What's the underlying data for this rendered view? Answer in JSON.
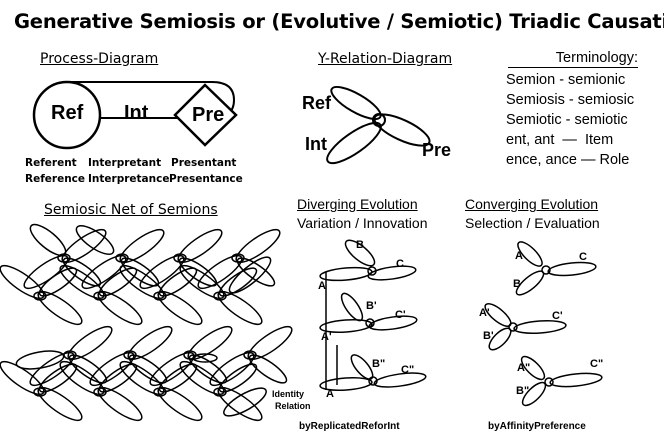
{
  "title": "Generative Semiosis or (Evolutive / Semiotic) Triadic Causation",
  "process": {
    "heading": "Process-Diagram",
    "ref": "Ref",
    "int": "Int",
    "pre": "Pre",
    "row1": [
      "Referent",
      "Interpretant",
      "Presentant"
    ],
    "row2": [
      "Reference",
      "Interpretance",
      "Presentance"
    ]
  },
  "yrel": {
    "heading": "Y-Relation-Diagram",
    "ref": "Ref",
    "int": "Int",
    "pre": "Pre"
  },
  "terminology": {
    "heading": "Terminology:",
    "lines": [
      "Semion - semionic",
      "Semiosis - semiosic",
      "Semiotic - semiotic",
      "ent, ant  —  Item",
      "ence, ance — Role"
    ]
  },
  "net": {
    "heading": "Semiosic Net of Semions"
  },
  "diverging": {
    "heading": "Diverging Evolution",
    "subheading": "Variation / Innovation",
    "labels": [
      "B",
      "C",
      "A",
      "B'",
      "C'",
      "A'",
      "B\"",
      "C\"",
      "A"
    ],
    "identity": [
      "Identity",
      "Relation"
    ],
    "footer": "byReplicatedReforInt"
  },
  "converging": {
    "heading": "Converging Evolution",
    "subheading": "Selection / Evaluation",
    "labels": [
      "A",
      "C",
      "B",
      "A'",
      "C'",
      "B'",
      "A\"",
      "C\"",
      "B\""
    ],
    "footer": "byAffinityPreference"
  }
}
